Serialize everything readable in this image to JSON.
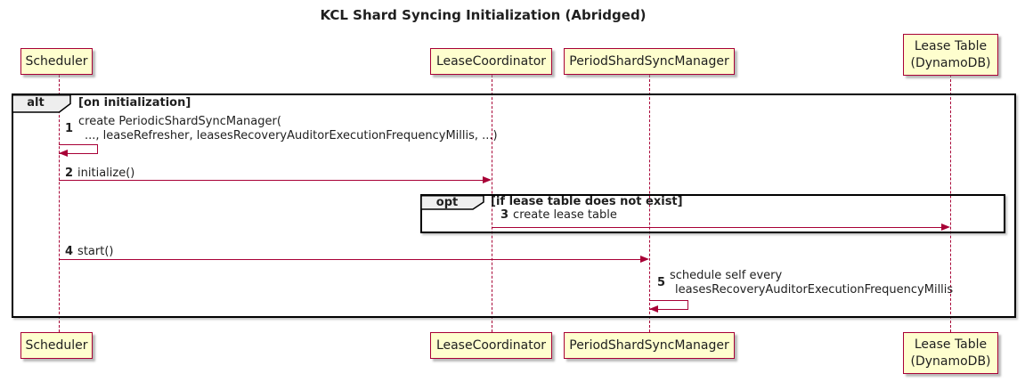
{
  "title": "KCL Shard Syncing Initialization (Abridged)",
  "participants": {
    "scheduler": {
      "label": "Scheduler"
    },
    "leaseCoordinator": {
      "label": "LeaseCoordinator"
    },
    "periodShardSyncManager": {
      "label": "PeriodShardSyncManager"
    },
    "leaseTable": {
      "line1": "Lease Table",
      "line2": "(DynamoDB)"
    }
  },
  "frames": {
    "alt": {
      "operator": "alt",
      "guard": "[on initialization]"
    },
    "opt": {
      "operator": "opt",
      "guard": "[if lease table does not exist]"
    }
  },
  "messages": {
    "m1": {
      "num": "1",
      "line1": "create PeriodicShardSyncManager(",
      "line2": "..., leaseRefresher, leasesRecoveryAuditorExecutionFrequencyMillis, ...)"
    },
    "m2": {
      "num": "2",
      "text": "initialize()"
    },
    "m3": {
      "num": "3",
      "text": "create lease table"
    },
    "m4": {
      "num": "4",
      "text": "start()"
    },
    "m5": {
      "num": "5",
      "line1": "schedule self every",
      "line2": "leasesRecoveryAuditorExecutionFrequencyMillis"
    }
  },
  "colors": {
    "background": "#FFFFFF",
    "participant_fill": "#FEFECE",
    "participant_border": "#A80036",
    "lifeline": "#A80036",
    "arrow": "#A80036",
    "frame_border": "#000000",
    "operator_fill": "#EEEEEE",
    "text": "#1F1F1F"
  }
}
